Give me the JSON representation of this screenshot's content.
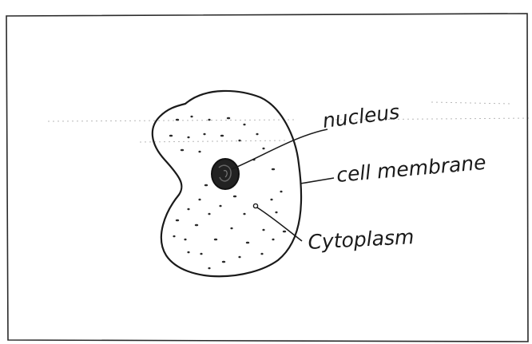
{
  "diagram": {
    "labels": {
      "nucleus": "nucleus",
      "cell_membrane": "cell membrane",
      "cytoplasm": "Cytoplasm"
    }
  }
}
